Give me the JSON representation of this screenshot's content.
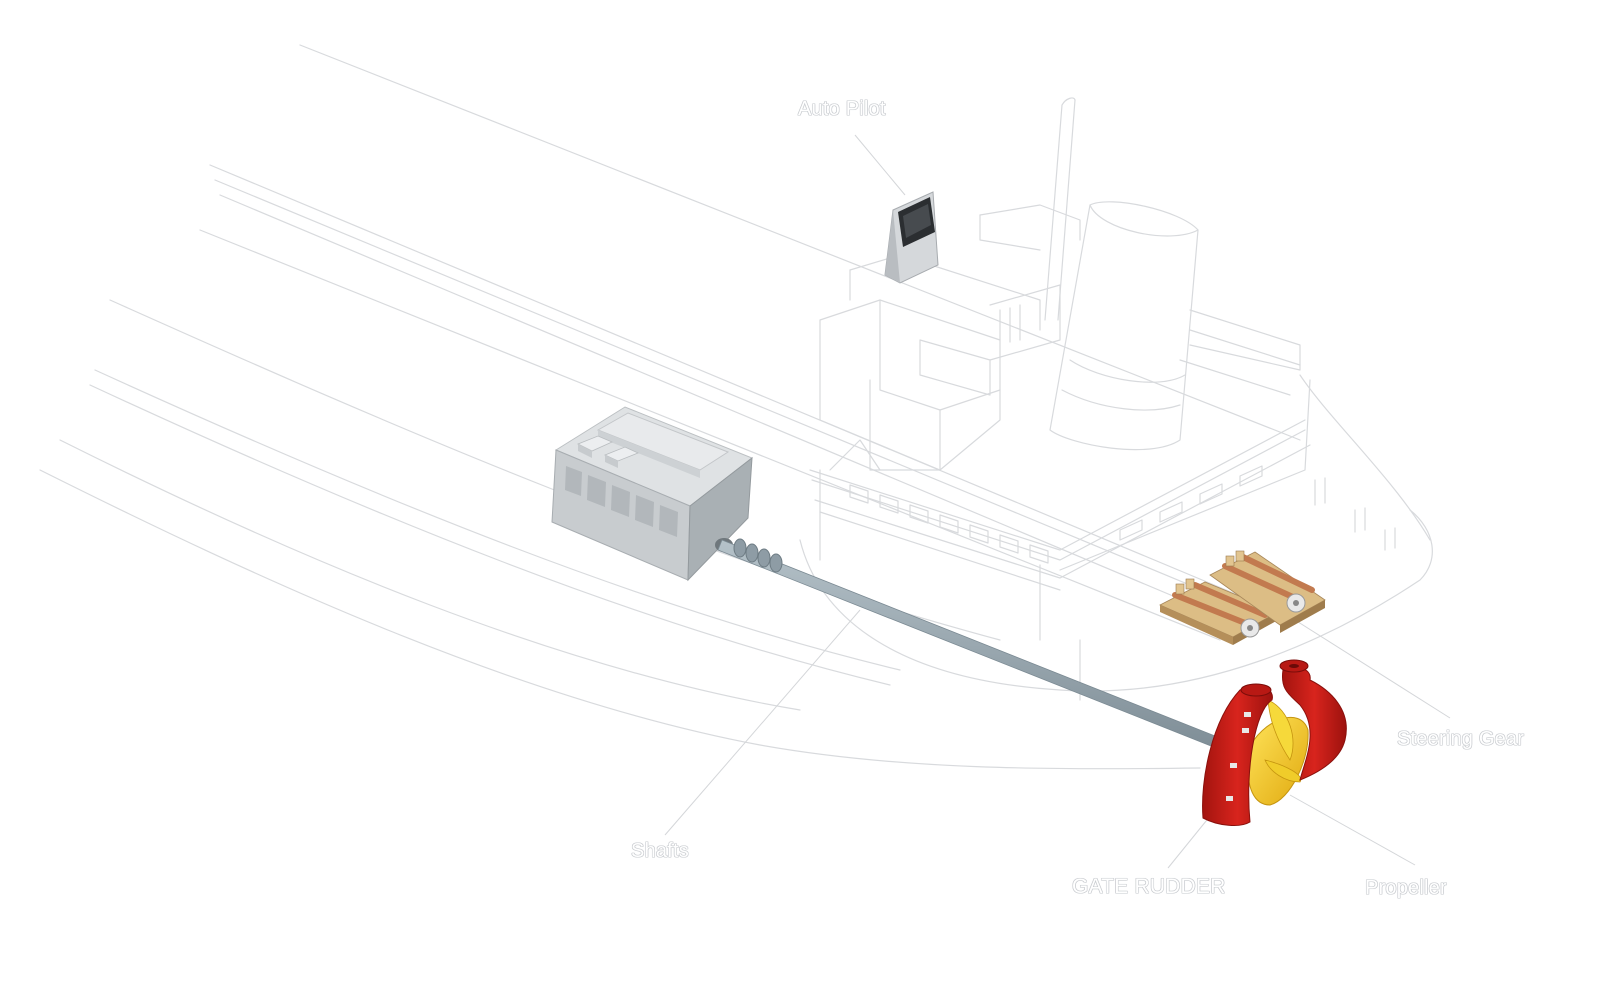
{
  "diagram": {
    "labels": {
      "auto_pilot": "Auto Pilot",
      "steering_gear": "Steering Gear",
      "shafts": "Shafts",
      "gate_rudder": "GATE RUDDER",
      "propeller": "Propeller"
    },
    "colors": {
      "background": "#ffffff",
      "hull_line": "#d8dadd",
      "engine": "#c9cdd0",
      "shaft": "#8c9aa3",
      "rudder": "#cf1f1c",
      "propeller": "#f1c81e",
      "steering_gear": "#d2b48c",
      "label": "#ffffff"
    }
  }
}
